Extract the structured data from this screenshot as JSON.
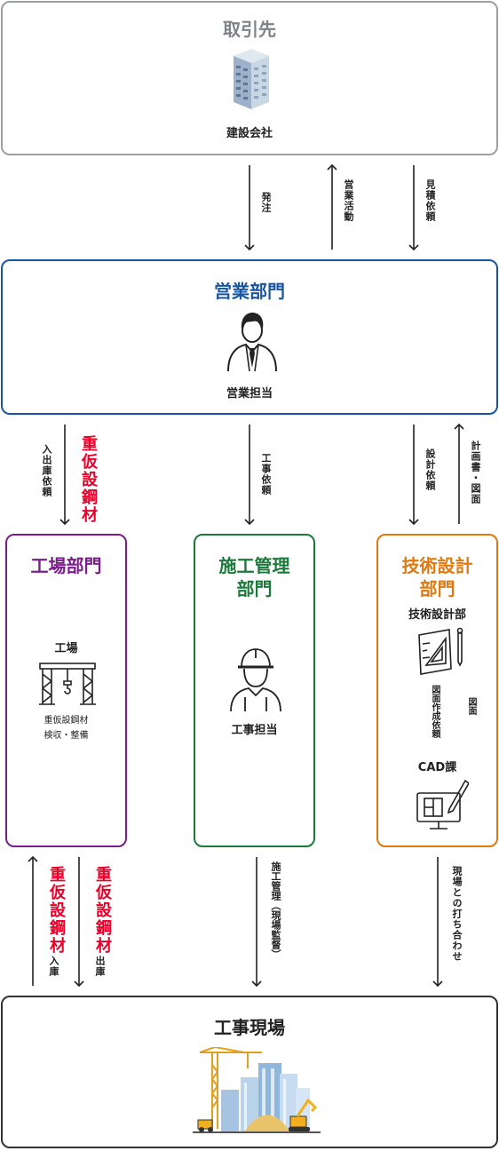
{
  "client": {
    "title": "取引先",
    "label": "建設会社",
    "icon": "office-building-icon"
  },
  "sales": {
    "title": "営業部門",
    "label": "営業担当",
    "icon": "businessman-icon"
  },
  "factory": {
    "title": "工場部門",
    "label": "工場",
    "desc_line1": "重仮設鋼材",
    "desc_line2": "検収・整備",
    "icon": "gantry-crane-icon"
  },
  "construction": {
    "title_line1": "施工管理",
    "title_line2": "部門",
    "label": "工事担当",
    "icon": "hardhat-worker-icon"
  },
  "tech": {
    "title_line1": "技術設計",
    "title_line2": "部門",
    "dept": "技術設計部",
    "cad": "CAD課",
    "icon_design": "drafting-tools-icon",
    "icon_cad": "cad-monitor-icon"
  },
  "site": {
    "title": "工事現場",
    "icon": "construction-site-icon"
  },
  "flows": {
    "order": "発注",
    "sales_activity": "営業活動",
    "estimate_request": "見積依頼",
    "inout_request": "入出庫依頼",
    "steel_material": "重仮設鋼材",
    "work_request": "工事依頼",
    "design_request": "設計依頼",
    "plan_drawing": "計画書・図面",
    "drawing_request": "図面作成依頼",
    "drawing": "図面",
    "material_in_label": "重仮設鋼材",
    "in_storage": "入庫",
    "material_out_label": "重仮設鋼材",
    "out_storage": "出庫",
    "site_supervision": "施工管理（現場監督）",
    "site_meeting": "現場との打ち合わせ"
  },
  "colors": {
    "client_border": "#9aa0a6",
    "client_title": "#7d8389",
    "sales": "#1a56a0",
    "factory": "#7b1e8c",
    "construction": "#1a7a3a",
    "tech": "#e07a10",
    "site_border": "#333333",
    "red_text": "#e8002a"
  }
}
